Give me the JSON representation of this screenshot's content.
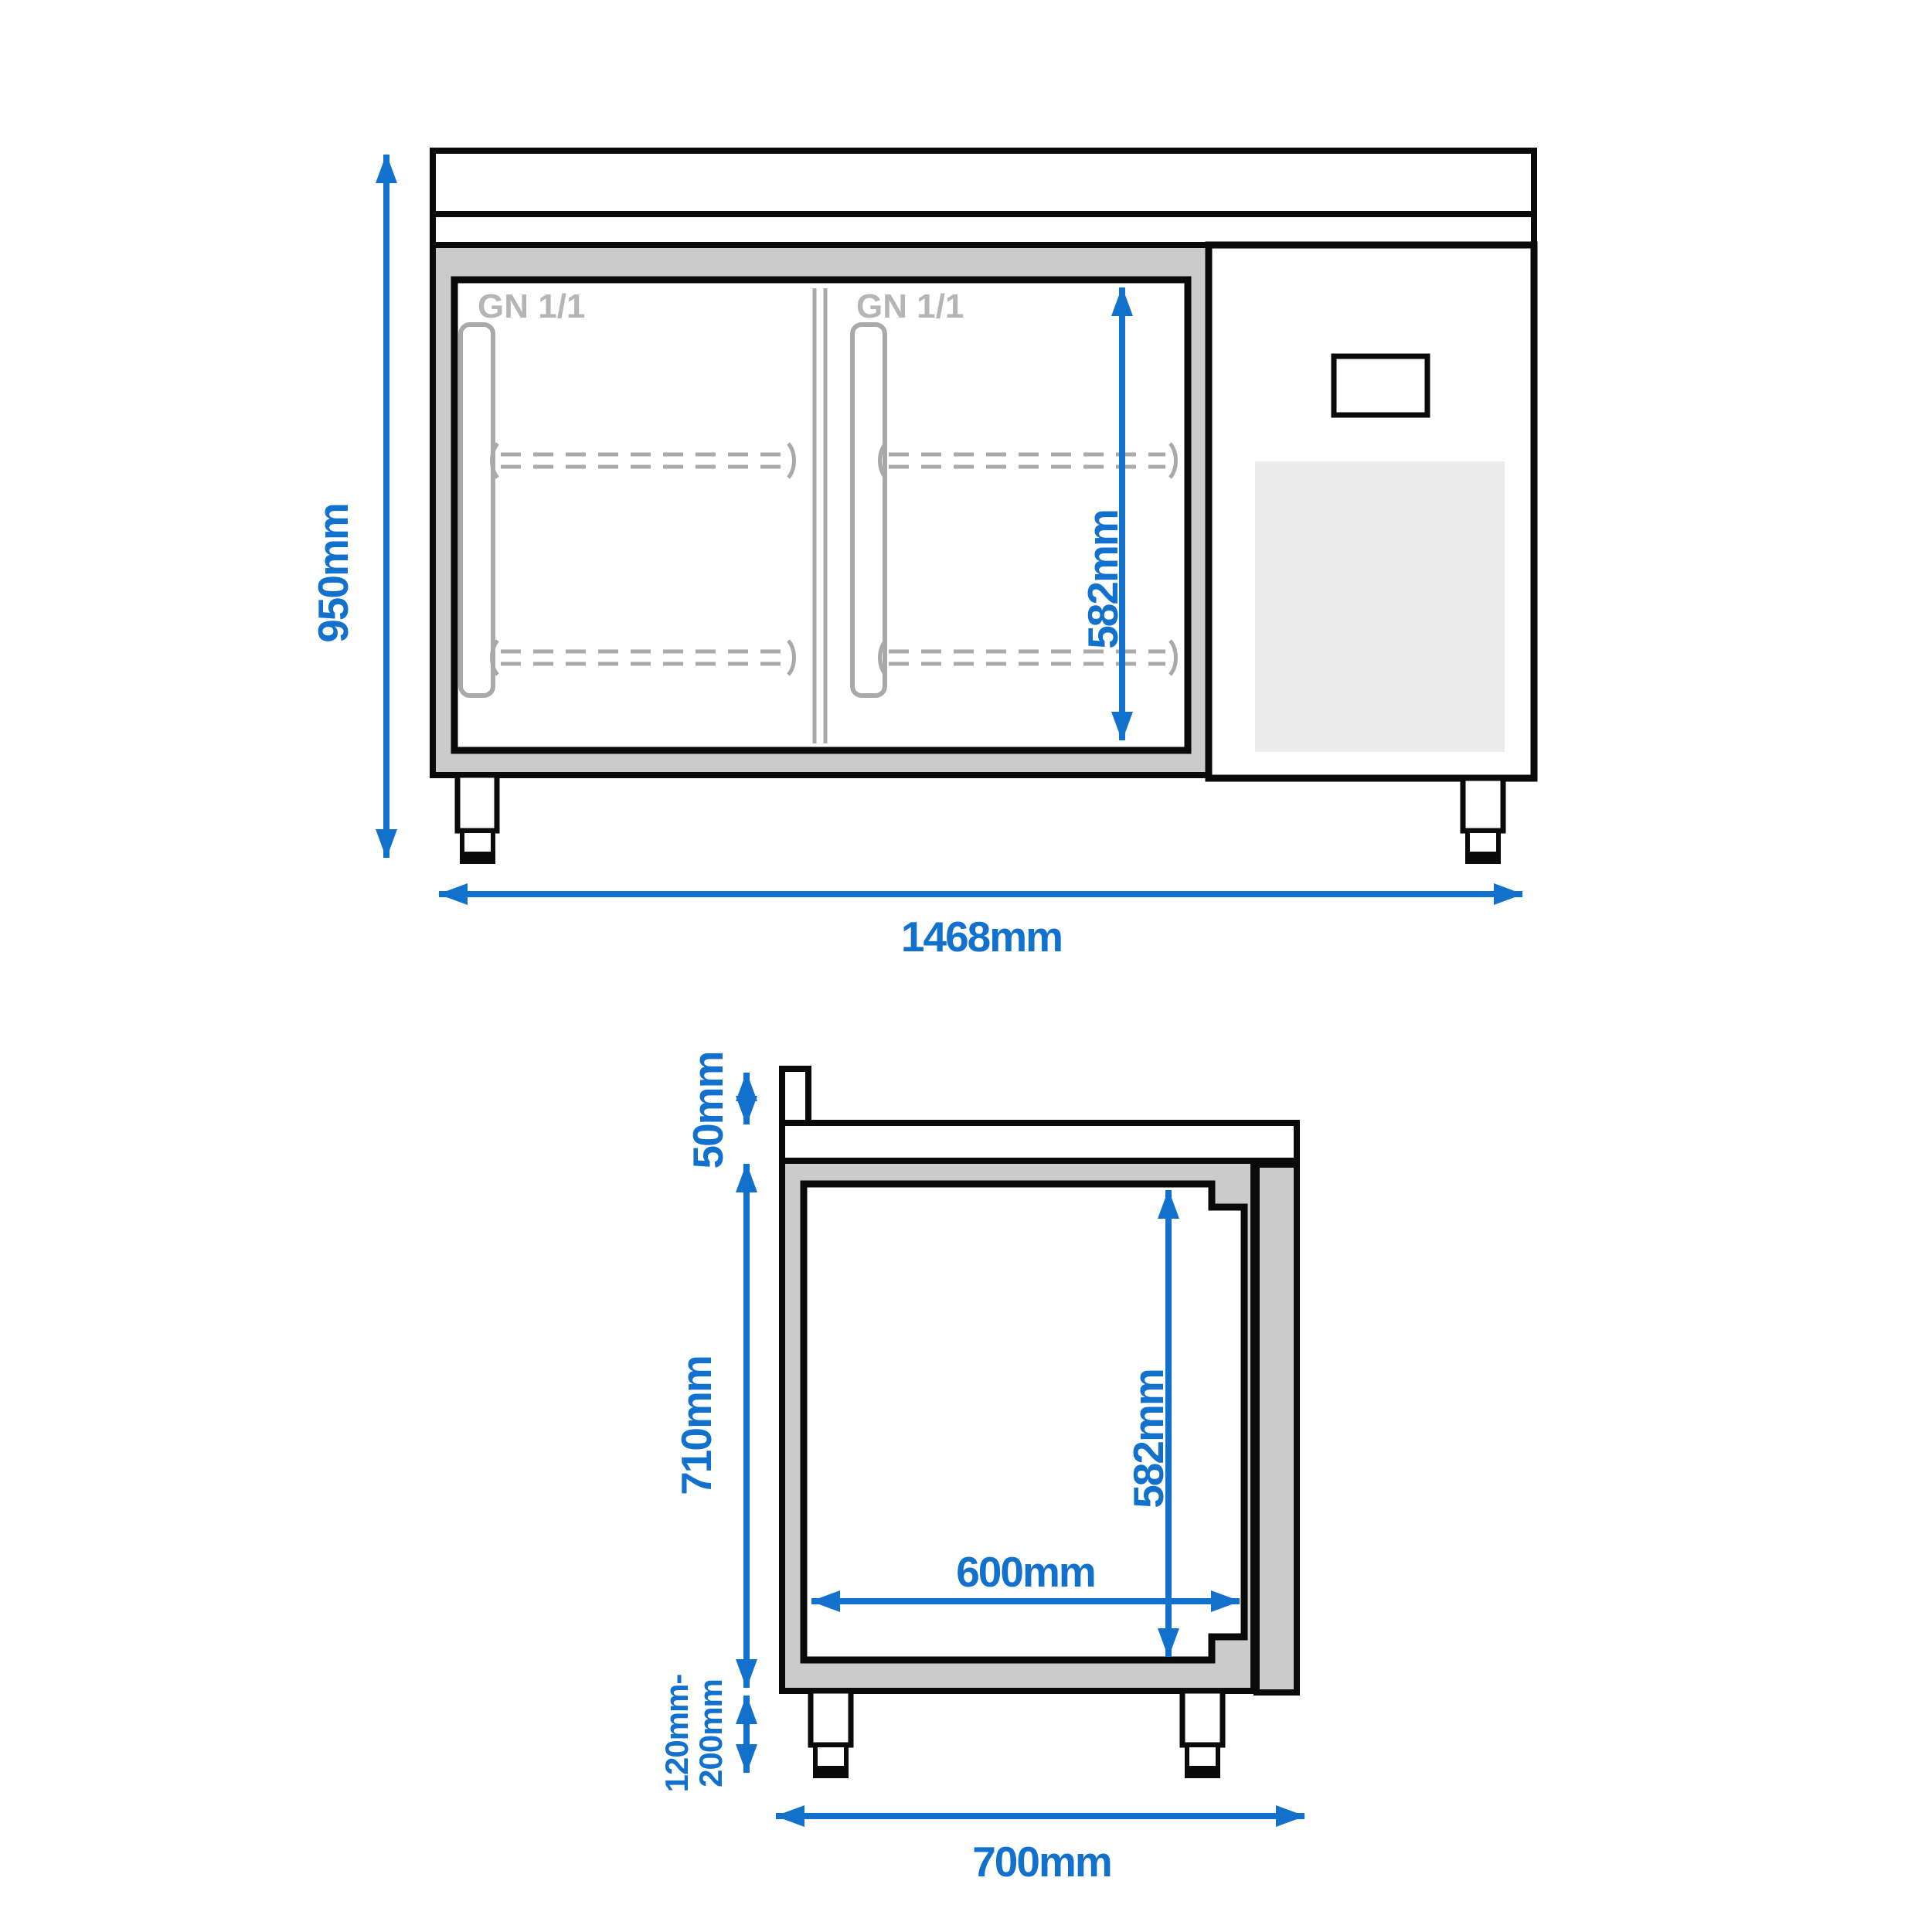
{
  "front": {
    "dim_height": "950mm",
    "dim_width": "1468mm",
    "dim_interior_height": "582mm",
    "gn_left": "GN 1/1",
    "gn_right": "GN 1/1"
  },
  "side": {
    "dim_backsplash": "50mm",
    "dim_body_height": "710mm",
    "dim_interior_height": "582mm",
    "dim_interior_depth": "600mm",
    "dim_leg_min": "120mm-",
    "dim_leg_max": "200mm",
    "dim_total_depth": "700mm"
  },
  "colors": {
    "dimension_blue": "#1271cc",
    "outline_black": "#0a0a0a",
    "body_gray": "#cbcbcb",
    "detail_gray": "#a9a9a9",
    "gn_label_gray": "#b5b5b5",
    "vent_gray": "#ececec"
  }
}
